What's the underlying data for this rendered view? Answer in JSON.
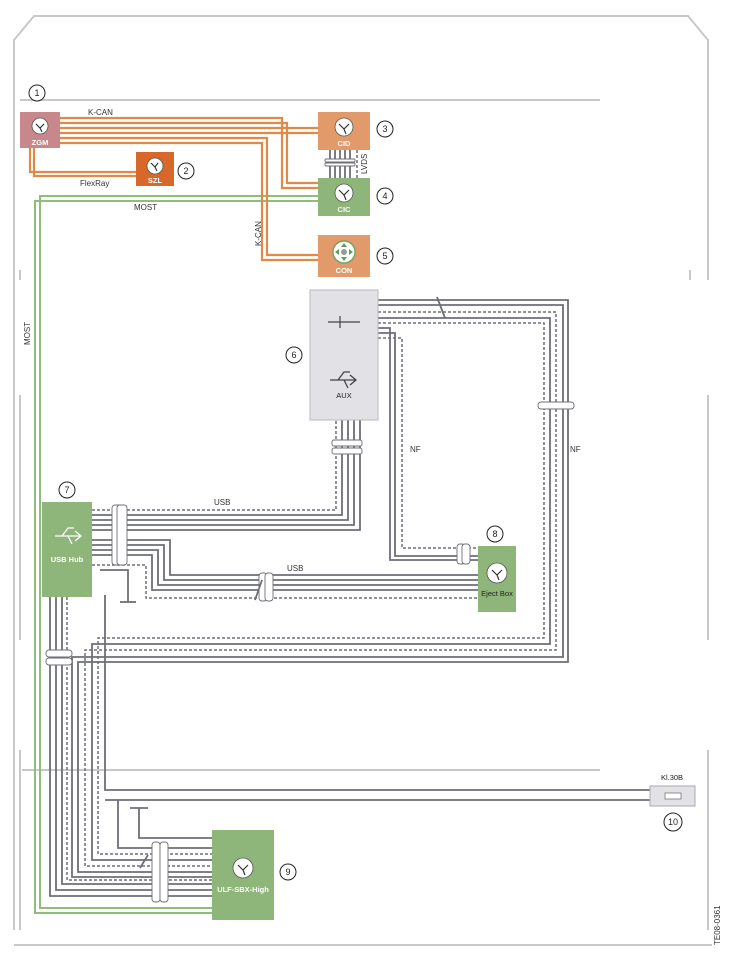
{
  "diagram": {
    "watermark": "TE08-0361",
    "components": [
      {
        "id": "zgm",
        "number": "1",
        "label": "ZGM",
        "color": "#c8878a"
      },
      {
        "id": "szl",
        "number": "2",
        "label": "SZL",
        "color": "#d8682a"
      },
      {
        "id": "cid",
        "number": "3",
        "label": "CID",
        "color": "#e39a6a"
      },
      {
        "id": "cic",
        "number": "4",
        "label": "CIC",
        "color": "#8eb57a"
      },
      {
        "id": "con",
        "number": "5",
        "label": "CON",
        "color": "#e39a6a"
      },
      {
        "id": "aux",
        "number": "6",
        "label": "AUX",
        "color": "#e2e2e6"
      },
      {
        "id": "usbhub",
        "number": "7",
        "label": "USB Hub",
        "color": "#8eb57a"
      },
      {
        "id": "ejectbox",
        "number": "8",
        "label": "Eject Box",
        "color": "#8eb57a"
      },
      {
        "id": "ulf",
        "number": "9",
        "label": "ULF-SBX-High",
        "color": "#8eb57a"
      },
      {
        "id": "kl30b",
        "number": "10",
        "label": "Kl.30B",
        "color": "#e2e2e6"
      }
    ],
    "connection_labels": {
      "kcan_top": "K-CAN",
      "flexray": "FlexRay",
      "most_top": "MOST",
      "kcan_vertical": "K-CAN",
      "lvds": "LVDS",
      "most_left": "MOST",
      "nf_inner": "NF",
      "nf_outer": "NF",
      "usb_upper": "USB",
      "usb_lower": "USB"
    }
  }
}
